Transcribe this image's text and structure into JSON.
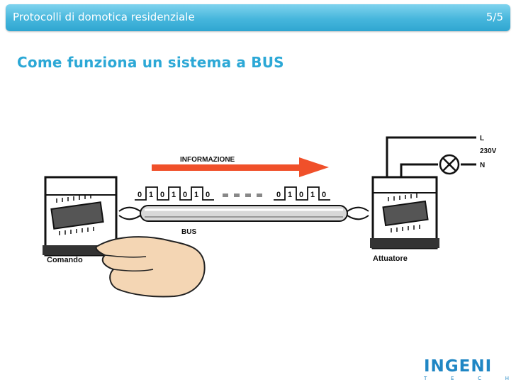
{
  "header": {
    "title": "Protocolli di domotica residenziale",
    "page_number": "5/5"
  },
  "slide": {
    "title": "Come funziona un sistema a BUS"
  },
  "diagram": {
    "info_label": "INFORMAZIONE",
    "bus_label": "BUS",
    "command_label": "Comando",
    "actuator_label": "Attuatore",
    "line_label": "L",
    "voltage_label": "230V",
    "neutral_label": "N",
    "bits_left": [
      "0",
      "1",
      "0",
      "1",
      "0",
      "1",
      "0"
    ],
    "bits_right": [
      "0",
      "1",
      "0",
      "1",
      "0"
    ]
  },
  "logo": {
    "text": "INGENI",
    "letters": [
      "T",
      "E",
      "C",
      "H"
    ]
  },
  "colors": {
    "header": "#46b6dc",
    "title": "#2ca8d6",
    "arrow": "#f0502a",
    "logo": "#1f86c4"
  }
}
